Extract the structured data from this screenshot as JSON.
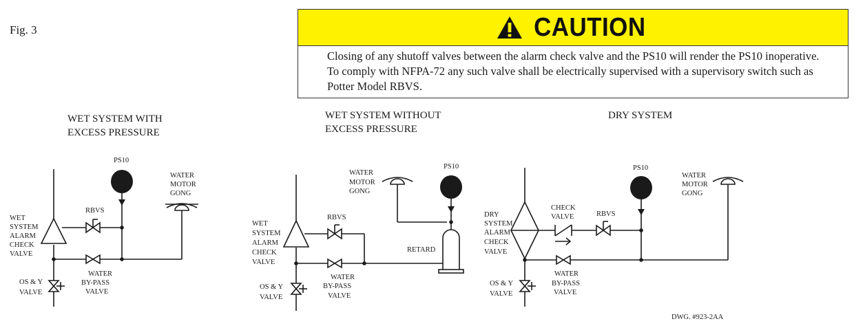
{
  "figure_label": "Fig. 3",
  "caution": {
    "title": "CAUTION",
    "text": "Closing of any shutoff valves between the alarm check valve and the PS10 will render the PS10 inoperative. To comply with NFPA-72 any such valve shall be electrically supervised with a supervisory switch such as Potter Model RBVS."
  },
  "diagrams": {
    "wet_excess": {
      "heading_1": "WET SYSTEM WITH",
      "heading_2": "EXCESS PRESSURE",
      "ps10": "PS10",
      "gong_1": "WATER",
      "gong_2": "MOTOR",
      "gong_3": "GONG",
      "rbvs": "RBVS",
      "alarm_1": "WET",
      "alarm_2": "SYSTEM",
      "alarm_3": "ALARM",
      "alarm_4": "CHECK",
      "alarm_5": "VALVE",
      "bypass_1": "WATER",
      "bypass_2": "BY-PASS",
      "bypass_3": "VALVE",
      "osy_1": "OS & Y",
      "osy_2": "VALVE"
    },
    "wet_no_excess": {
      "heading_1": "WET SYSTEM WITHOUT",
      "heading_2": "EXCESS PRESSURE",
      "ps10": "PS10",
      "gong_1": "WATER",
      "gong_2": "MOTOR",
      "gong_3": "GONG",
      "rbvs": "RBVS",
      "retard": "RETARD",
      "alarm_1": "WET",
      "alarm_2": "SYSTEM",
      "alarm_3": "ALARM",
      "alarm_4": "CHECK",
      "alarm_5": "VALVE",
      "bypass_1": "WATER",
      "bypass_2": "BY-PASS",
      "bypass_3": "VALVE",
      "osy_1": "OS & Y",
      "osy_2": "VALVE"
    },
    "dry": {
      "heading": "DRY SYSTEM",
      "ps10": "PS10",
      "gong_1": "WATER",
      "gong_2": "MOTOR",
      "gong_3": "GONG",
      "check_1": "CHECK",
      "check_2": "VALVE",
      "rbvs": "RBVS",
      "alarm_1": "DRY",
      "alarm_2": "SYSTEM",
      "alarm_3": "ALARM",
      "alarm_4": "CHECK",
      "alarm_5": "VALVE",
      "bypass_1": "WATER",
      "bypass_2": "BY-PASS",
      "bypass_3": "VALVE",
      "osy_1": "OS & Y",
      "osy_2": "VALVE"
    }
  },
  "drawing_number": "DWG. #923-2AA"
}
